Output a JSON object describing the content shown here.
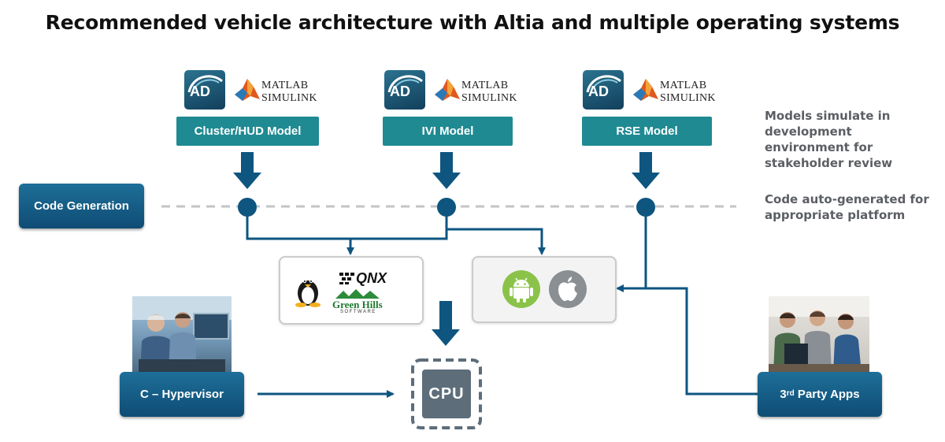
{
  "title": "Recommended vehicle architecture with Altia and multiple operating systems",
  "models": [
    {
      "label": "Cluster/HUD Model",
      "ad_logo": "AD",
      "matlab_line1": "MATLAB",
      "matlab_line2": "SIMULINK"
    },
    {
      "label": "IVI Model",
      "ad_logo": "AD",
      "matlab_line1": "MATLAB",
      "matlab_line2": "SIMULINK"
    },
    {
      "label": "RSE Model",
      "ad_logo": "AD",
      "matlab_line1": "MATLAB",
      "matlab_line2": "SIMULINK"
    }
  ],
  "code_generation_label": "Code Generation",
  "notes": {
    "models_note": "Models simulate in development environment for stakeholder review",
    "code_note": "Code auto-generated for appropriate platform"
  },
  "os_left": {
    "qnx_text": "QNX",
    "greenhills_line1": "Green Hills",
    "greenhills_line2": "SOFTWARE",
    "icons": [
      "linux-tux-icon",
      "qnx-logo",
      "green-hills-logo"
    ]
  },
  "os_right": {
    "icons": [
      "android-icon",
      "apple-icon"
    ]
  },
  "cpu_label": "CPU",
  "hypervisor_label": "C – Hypervisor",
  "third_party": {
    "base": "3",
    "sup": "rd",
    "rest": " Party Apps"
  },
  "colors": {
    "teal": "#1f8a92",
    "navy": "#0f4c74",
    "arrow": "#0e5580",
    "note_gray": "#5b5e63",
    "cpu_gray": "#5d6d7a",
    "android_green": "#8bc34a"
  }
}
